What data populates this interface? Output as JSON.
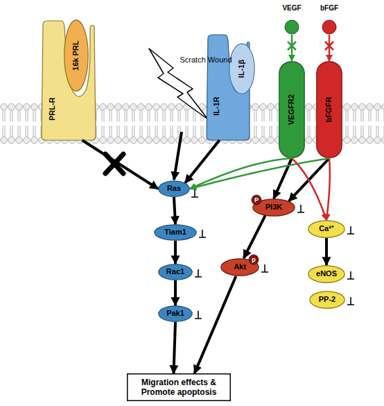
{
  "diagram": {
    "nodes": [
      {
        "text": [
          "PRL-R"
        ]
      },
      {
        "text": [
          "16k PRL"
        ]
      },
      {
        "text": [
          "IL-1R"
        ]
      },
      {
        "text": [
          "IL-1β"
        ]
      },
      {
        "text": [
          "VEGF"
        ]
      },
      {
        "text": [
          "bFGF"
        ]
      },
      {
        "text": [
          "VEGFR2"
        ]
      },
      {
        "text": [
          "bFGFR"
        ]
      },
      {
        "text": [
          "Ras"
        ]
      },
      {
        "text": [
          "Tiam1"
        ]
      },
      {
        "text": [
          "Rac1"
        ]
      },
      {
        "text": [
          "Pak1"
        ]
      },
      {
        "text": [
          "PI3K"
        ]
      },
      {
        "text": [
          "Akt"
        ]
      },
      {
        "text": [
          "Ca²⁺"
        ]
      },
      {
        "text": [
          "eNOS"
        ]
      },
      {
        "text": [
          "PP-2"
        ]
      },
      {
        "text": [
          "Migration effects & Promote apoptosis"
        ]
      }
    ],
    "edges": [
      {
        "from": 0,
        "to": 8,
        "arrow": "to"
      },
      {
        "from": 2,
        "to": 8,
        "arrow": "to"
      },
      {
        "from": 4,
        "to": 6,
        "arrow": "to"
      },
      {
        "from": 5,
        "to": 7,
        "arrow": "to"
      },
      {
        "from": 6,
        "to": 12,
        "arrow": "to"
      },
      {
        "from": 7,
        "to": 12,
        "arrow": "to"
      },
      {
        "from": 6,
        "to": 8,
        "arrow": "to"
      },
      {
        "from": 7,
        "to": 8,
        "arrow": "to"
      },
      {
        "from": 6,
        "to": 14,
        "arrow": "to"
      },
      {
        "from": 7,
        "to": 14,
        "arrow": "to"
      },
      {
        "from": 8,
        "to": 9,
        "arrow": "to"
      },
      {
        "from": 9,
        "to": 10,
        "arrow": "to"
      },
      {
        "from": 10,
        "to": 11,
        "arrow": "to"
      },
      {
        "from": 11,
        "to": 17,
        "arrow": "to"
      },
      {
        "from": 12,
        "to": 13,
        "arrow": "to"
      },
      {
        "from": 13,
        "to": 17,
        "arrow": "to"
      },
      {
        "from": 14,
        "to": 15,
        "arrow": "to"
      }
    ],
    "labels": [
      "Scratch Wound",
      "P",
      "p"
    ]
  }
}
